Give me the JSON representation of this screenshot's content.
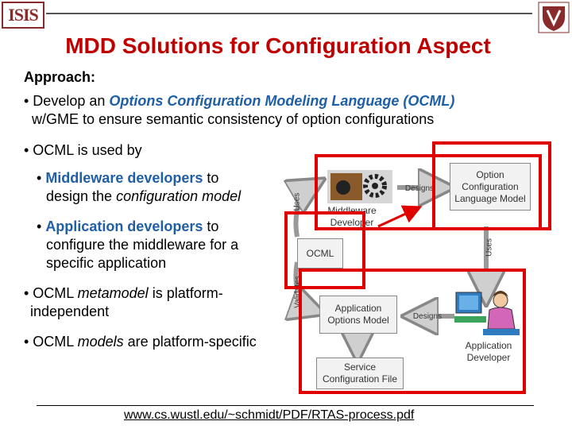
{
  "header": {
    "logo_left_text": "ISIS",
    "title": "MDD Solutions for Configuration Aspect"
  },
  "body": {
    "approach_label": "Approach:",
    "b1_pre": "• Develop an ",
    "b1_highlight": "Options Configuration Modeling Language (OCML)",
    "b1_line2": "w/GME to ensure semantic consistency of option configurations",
    "b2": "• OCML is used by",
    "b3_bullet": "• ",
    "b3_highlight": "Middleware developers",
    "b3_rest": " to",
    "b3_line2_pre": "design the ",
    "b3_line2_italic": "configuration model",
    "b4_bullet": "• ",
    "b4_highlight": "Application developers",
    "b4_rest": " to",
    "b4_line2": "configure the middleware for a",
    "b4_line3": "specific application",
    "b5_pre": "• OCML ",
    "b5_italic": "metamodel",
    "b5_rest": " is platform-",
    "b5_line2": "independent",
    "b6_pre": "• OCML ",
    "b6_italic": "models",
    "b6_rest": " are platform-specific"
  },
  "diagram": {
    "ocml_language_box": "Option Configuration Language Model",
    "designs_top": "Designs",
    "middleware_dev_label": "Middleware Developer",
    "uses_left": "Uses",
    "ocml_box": "OCML",
    "validates": "Validates",
    "uses_right": "Uses",
    "app_options_box": "Application Options Model",
    "designs_bottom": "Designs",
    "app_dev_label": "Application Developer",
    "service_config_box": "Service Configuration File"
  },
  "footer": {
    "link": "www.cs.wustl.edu/~schmidt/PDF/RTAS-process.pdf"
  },
  "colors": {
    "title": "#c00000",
    "highlight": "#1f5fa8",
    "red_box": "#e00000"
  }
}
